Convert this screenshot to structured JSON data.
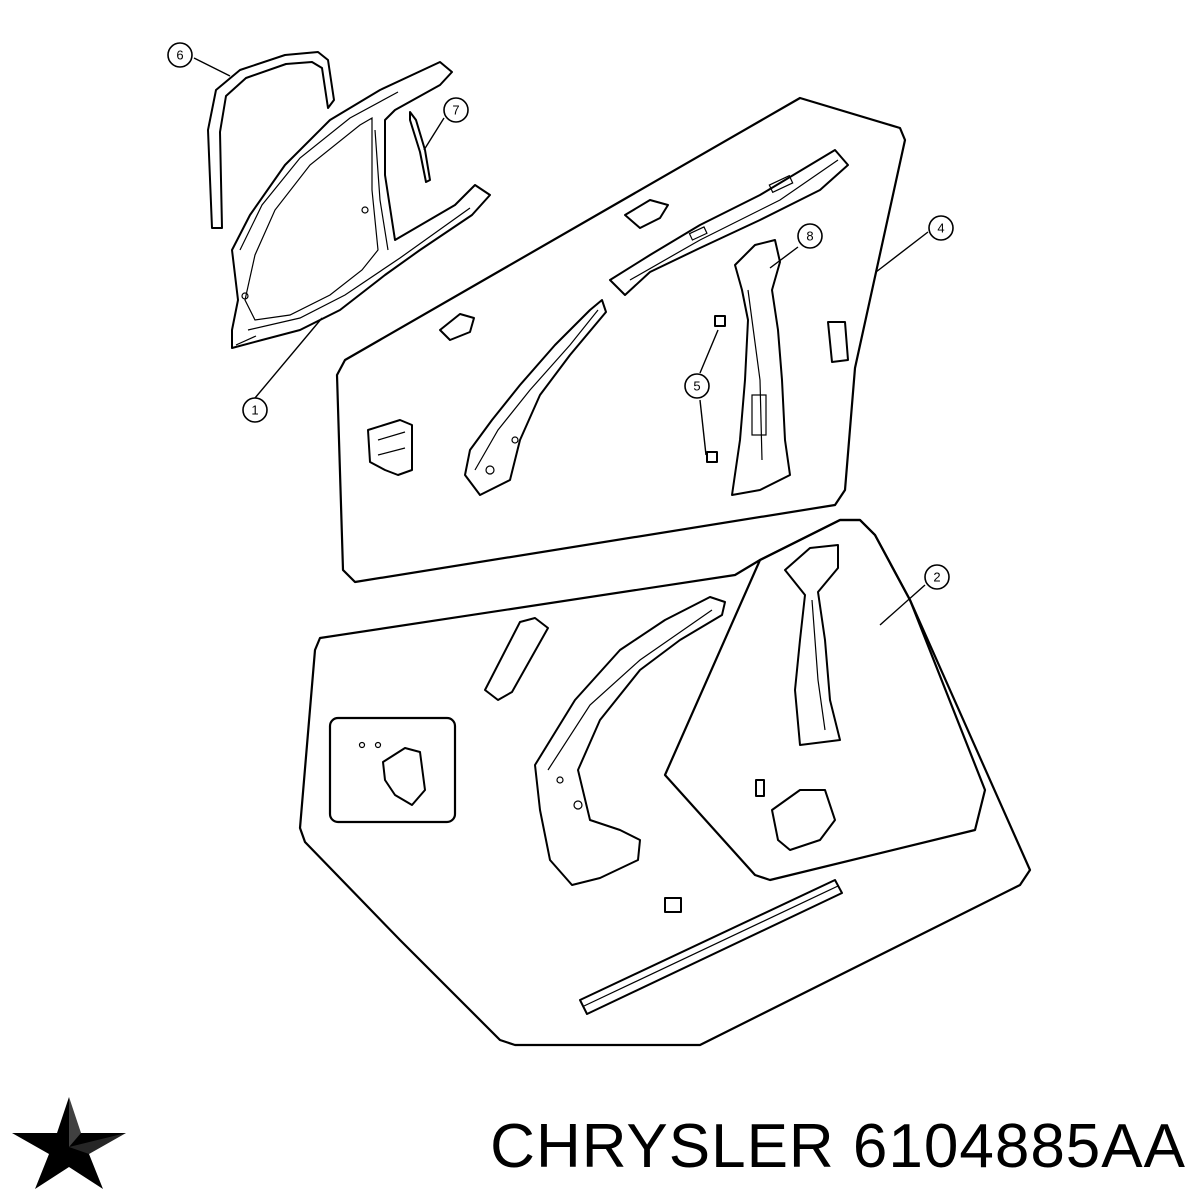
{
  "callouts": [
    {
      "id": "1",
      "label": "1"
    },
    {
      "id": "2",
      "label": "2"
    },
    {
      "id": "4",
      "label": "4"
    },
    {
      "id": "5",
      "label": "5"
    },
    {
      "id": "6",
      "label": "6"
    },
    {
      "id": "7",
      "label": "7"
    },
    {
      "id": "8",
      "label": "8"
    }
  ],
  "brand": {
    "logo": "chrysler-pentastar-icon",
    "caption": "CHRYSLER 6104885AA"
  }
}
